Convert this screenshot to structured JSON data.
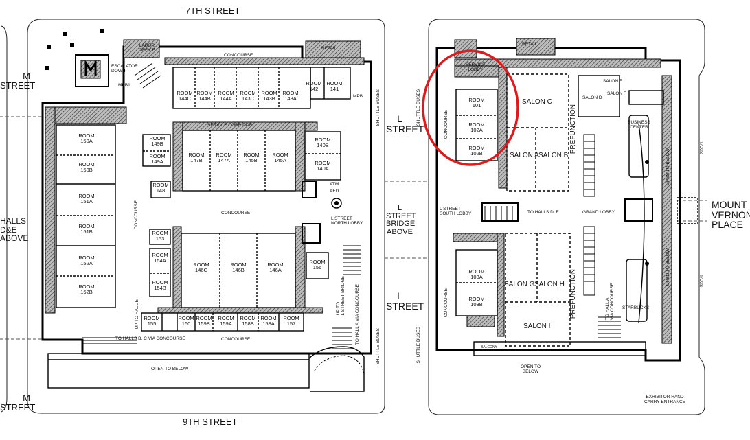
{
  "streets": {
    "top": "7TH STREET",
    "bottom": "9TH STREET",
    "m_top": "M\nSTREET",
    "m_bottom": "M\nSTREET",
    "l_top": "L\nSTREET",
    "l_bridge": "L\nSTREET\nBRIDGE\nABOVE",
    "l_bottom": "L\nSTREET",
    "mount_vernon": "MOUNT\nVERNON\nPLACE",
    "halls_left": "HALLS\nD&E\nABOVE"
  },
  "shuttle": {
    "west_top": "SHUTTLE BUSES",
    "west_bottom": "SHUTTLE BUSES",
    "east_top": "SHUTTLE BUSES",
    "east_bottom": "SHUTTLE BUSES"
  },
  "west_labels": {
    "labor_office": "LABOR\nOFFICE",
    "retail": "RETAIL",
    "escalator": "ESCALATOR\nDOWN",
    "concourse_top": "CONCOURSE",
    "service_corridor": "SERVICE CORRIDOR",
    "concourse_mid": "CONCOURSE",
    "concourse_bottom": "CONCOURSE",
    "concourse_vert": "CONCOURSE",
    "l_north_lobby": "L STREET\nNORTH LOBBY",
    "open_below": "OPEN TO BELOW",
    "to_halls_bc": "TO HALLS B, C VIA CONCOURSE",
    "up_to_hall_e": "UP TO HALL E",
    "up_to_bridge": "UP TO\nL STREET BRIDGE",
    "to_hall_a": "TO HALL A VIA CONCOURSE",
    "atm": "ATM",
    "aed": "AED",
    "mpb": "MPB",
    "mpb1": "MPB1"
  },
  "rooms_top": [
    "ROOM\n144C",
    "ROOM\n144B",
    "ROOM\n144A",
    "ROOM\n143C",
    "ROOM\n143B",
    "ROOM\n143A",
    "ROOM\n142",
    "ROOM\n141"
  ],
  "rooms_center_top": [
    "ROOM\n147B",
    "ROOM\n147A",
    "ROOM\n145B",
    "ROOM\n145A"
  ],
  "rooms_center_bottom": [
    "ROOM\n146C",
    "ROOM\n146B",
    "ROOM\n146A"
  ],
  "rooms_left": [
    "ROOM\n150A",
    "ROOM\n150B",
    "ROOM\n151A",
    "ROOM\n151B",
    "ROOM\n152A",
    "ROOM\n152B"
  ],
  "rooms_inner_left_top": [
    "ROOM\n149B",
    "ROOM\n149A",
    "ROOM\n148"
  ],
  "rooms_inner_left_bottom": [
    "ROOM\n153",
    "ROOM\n154A",
    "ROOM\n154B"
  ],
  "rooms_right": [
    "ROOM\n140B",
    "ROOM\n140A",
    "ROOM\n156"
  ],
  "rooms_bottom": [
    "ROOM\n155",
    "ROOM\n160",
    "ROOM\n159B",
    "ROOM\n159A",
    "ROOM\n158B",
    "ROOM\n158A",
    "ROOM\n157"
  ],
  "east_labels": {
    "retail": "RETAIL",
    "service_lobby": "SERVICE\nLOBBY",
    "room_101": "ROOM\n101",
    "room_102a": "ROOM\n102A",
    "room_102b": "ROOM\n102B",
    "concourse_top": "CONCOURSE",
    "salon_c": "SALON C",
    "salon_a": "SALON A",
    "salon_b": "SALON B",
    "prefunction_top": "PREFUNCTION",
    "salon_e": "SALON E",
    "salon_f": "SALON F",
    "salon_d": "SALON D",
    "business_center": "BUSINESS\nCENTER",
    "open_below_top": "OPEN TO BELOW",
    "l_south_lobby": "L STREET\nSOUTH LOBBY",
    "to_halls_de": "TO HALLS D, E",
    "grand_lobby": "GRAND LOBBY",
    "room_103a": "ROOM\n103A",
    "room_103b": "ROOM\n103B",
    "concourse_bottom": "CONCOURSE",
    "salon_g": "SALON G",
    "salon_h": "SALON H",
    "prefunction_bottom": "PREFUNCTION",
    "salon_i": "SALON I",
    "to_hall_a": "TO HALL A\nVIA CONCOURSE",
    "starbucks": "STARBUCKS",
    "open_below_right": "OPEN TO BELOW",
    "open_below_bottom": "OPEN TO\nBELOW",
    "exhibitor": "EXHIBITOR HAND\nCARRY ENTRANCE",
    "taxis_top": "TAXIS",
    "taxis_bottom": "TAXIS",
    "balcony": "BALCONY"
  },
  "colors": {
    "wall": "#000000",
    "hatch": "#8a8a8a",
    "highlight": "#e0191b",
    "background": "#ffffff"
  }
}
